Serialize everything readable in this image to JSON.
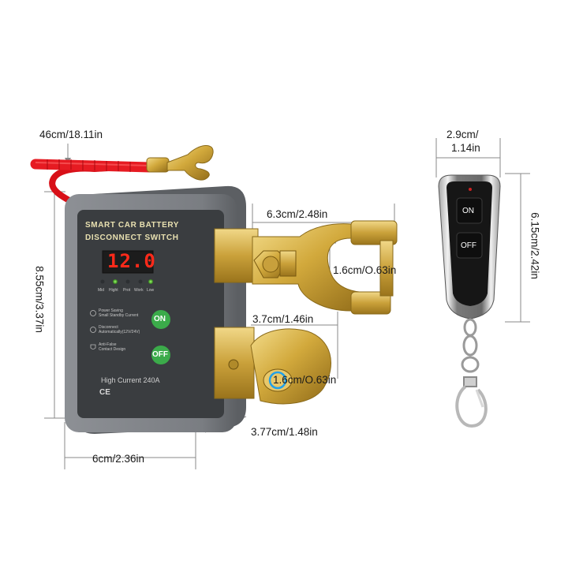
{
  "dimensions": {
    "cable_length": "46cm/18.11in",
    "module_height": "8.55cm/3.37in",
    "module_width": "6cm/2.36in",
    "module_depth": "3.77cm/1.48in",
    "terminal_length": "6.3cm/2.48in",
    "terminal_hole": "1.6cm/O.63in",
    "terminal_offset": "3.7cm/1.46in",
    "post_diameter": "1.6cm/O.63in",
    "remote_width_line1": "2.9cm/",
    "remote_width_line2": "1.14in",
    "remote_height": "6.15cm/2.42in"
  },
  "module": {
    "title_line1": "SMART CAR BATTERY",
    "title_line2": "DISCONNECT SWITCH",
    "display_value": "12.0",
    "led_labels": [
      "Mid",
      "Hight",
      "Prot",
      "Work",
      "Low"
    ],
    "features": [
      {
        "icon": "power-icon",
        "text": "Power Saving\nSmall Standby Current"
      },
      {
        "icon": "auto-icon",
        "text": "Disconnect\nAutomatically(12V/24V)"
      },
      {
        "icon": "shield-icon",
        "text": "Anti-False\nContact Design"
      }
    ],
    "on_label": "ON",
    "off_label": "OFF",
    "current_rating": "High Current 240A",
    "cert_mark": "CE"
  },
  "remote": {
    "on_label": "ON",
    "off_label": "OFF"
  },
  "colors": {
    "housing": "#7b7e83",
    "panel": "#3a3d40",
    "button_green": "#3bab4a",
    "brass": "#d6b24a",
    "cable_red": "#e0141e",
    "led_red": "#ff2a1a"
  }
}
